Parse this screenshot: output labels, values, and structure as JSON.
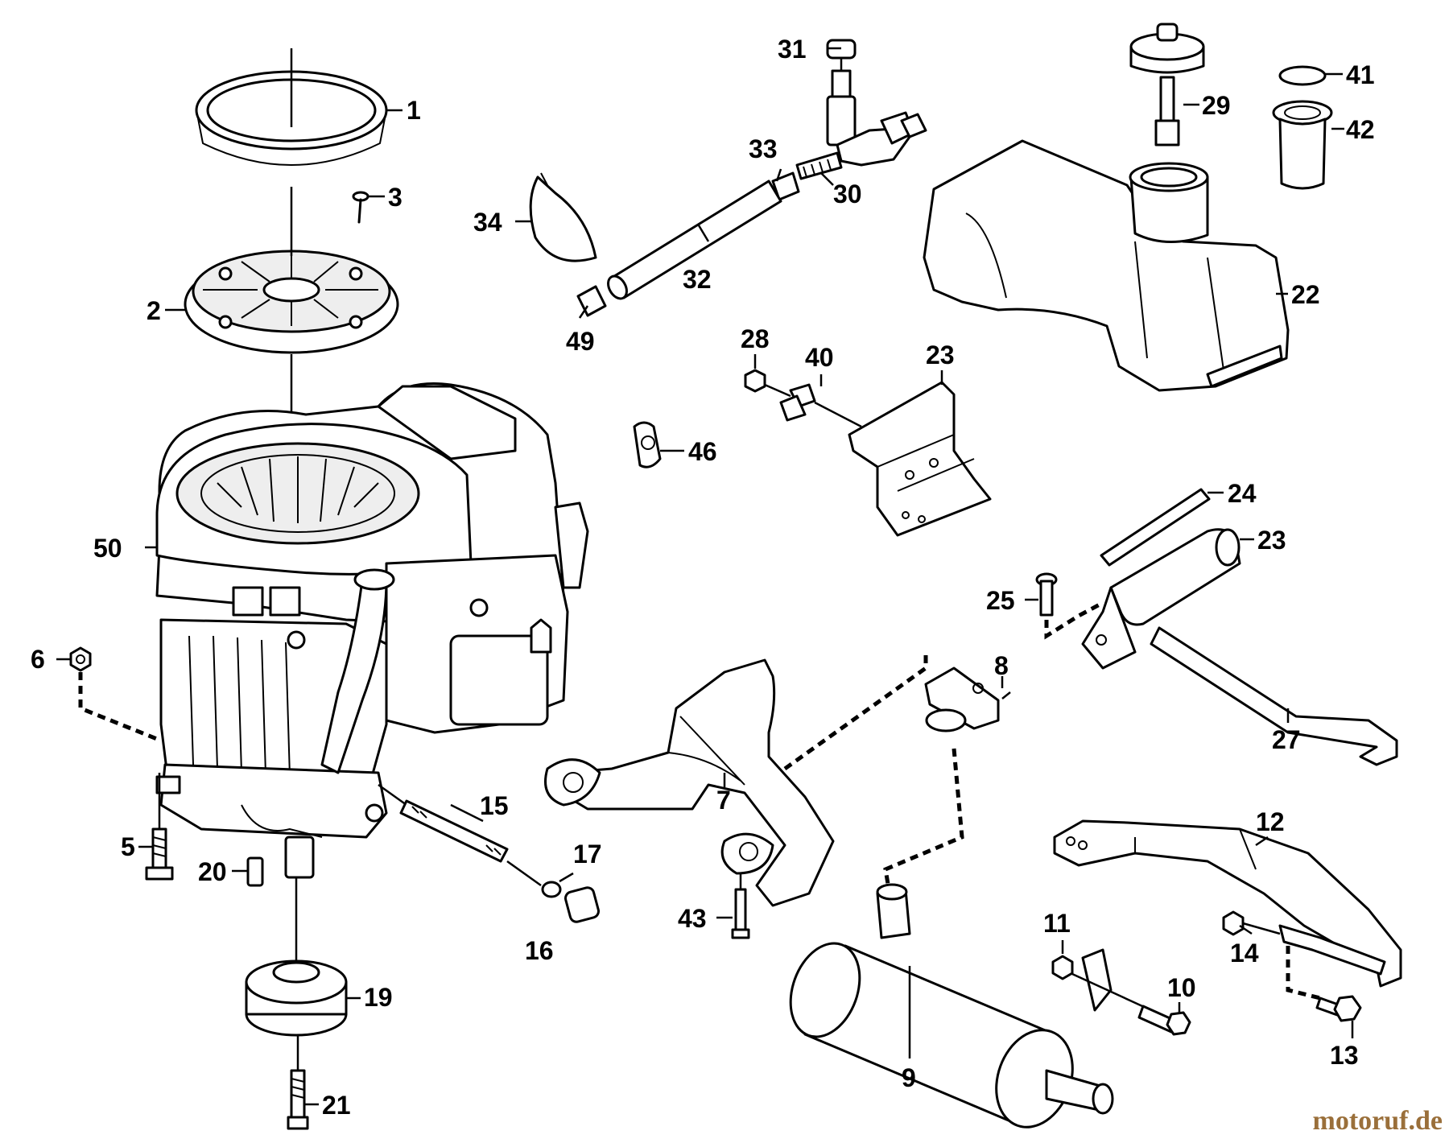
{
  "watermark": "motoruf.de",
  "callouts": {
    "c1": "1",
    "c2": "2",
    "c3": "3",
    "c5": "5",
    "c6": "6",
    "c7": "7",
    "c8": "8",
    "c9": "9",
    "c10": "10",
    "c11": "11",
    "c12": "12",
    "c13": "13",
    "c14": "14",
    "c15": "15",
    "c16": "16",
    "c17": "17",
    "c19": "19",
    "c20": "20",
    "c21": "21",
    "c22": "22",
    "c23a": "23",
    "c23b": "23",
    "c24": "24",
    "c25": "25",
    "c27": "27",
    "c28": "28",
    "c29": "29",
    "c30": "30",
    "c31": "31",
    "c32": "32",
    "c33": "33",
    "c34": "34",
    "c40": "40",
    "c41": "41",
    "c42": "42",
    "c43": "43",
    "c46": "46",
    "c49": "49",
    "c50": "50"
  }
}
